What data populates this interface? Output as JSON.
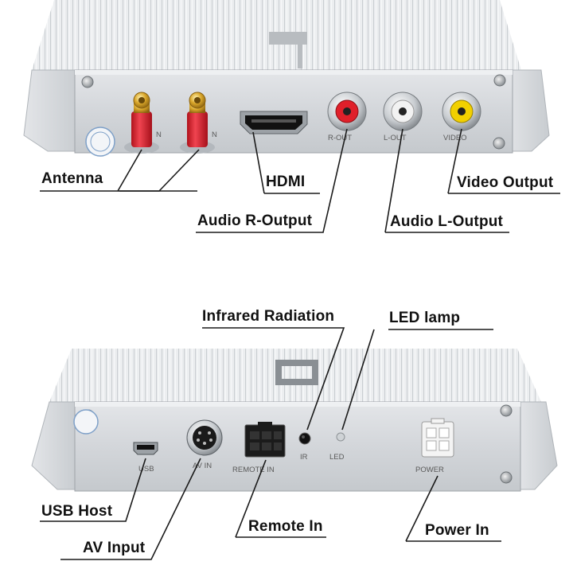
{
  "top_panel": {
    "port_labels": {
      "antenna_1": "N",
      "antenna_2": "N",
      "audio_r": "R-OUT",
      "audio_l": "L-OUT",
      "video": "VIDEO"
    }
  },
  "bottom_panel": {
    "port_labels": {
      "usb": "USB",
      "av_in": "AV IN",
      "remote_in": "REMOTE IN",
      "ir": "IR",
      "led": "LED",
      "power": "POWER"
    }
  },
  "callouts": {
    "antenna": "Antenna",
    "hdmi": "HDMI",
    "audio_r_output": "Audio R-Output",
    "audio_l_output": "Audio L-Output",
    "video_output": "Video Output",
    "infrared_radiation": "Infrared Radiation",
    "led_lamp": "LED lamp",
    "usb_host": "USB Host",
    "av_input": "AV Input",
    "remote_in": "Remote In",
    "power_in": "Power In"
  },
  "colors": {
    "antenna_red": "#d8202a",
    "gold": "#d9a62a",
    "rca_red": "#e0202a",
    "rca_white": "#f2f2f2",
    "rca_yellow": "#f2d000",
    "panel_silver": "#d9dcdf"
  }
}
